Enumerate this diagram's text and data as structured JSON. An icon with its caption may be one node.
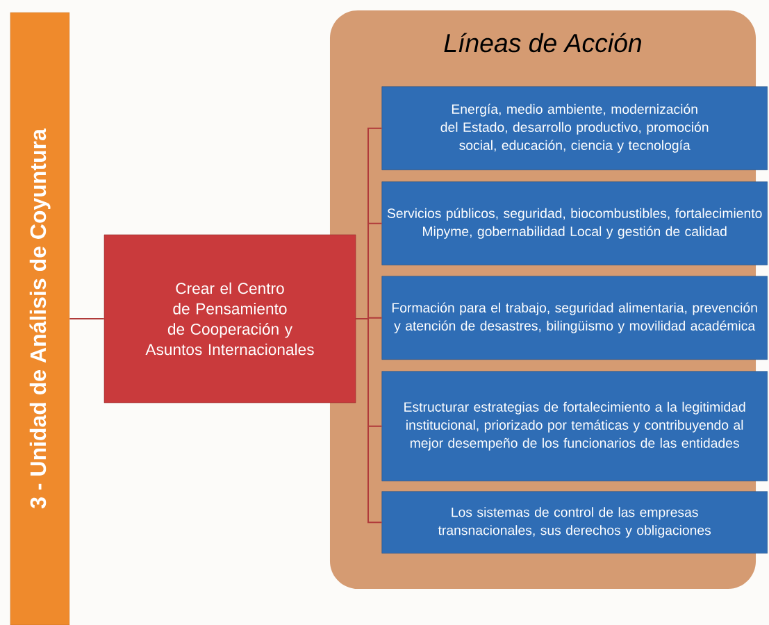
{
  "diagram": {
    "nodes": [
      {
        "text": [
          "3 - Unidad de Análisis de Coyuntura"
        ]
      },
      {
        "text": [
          "Crear el Centro de Pensamiento de Cooperación y Asuntos Internacionales"
        ]
      },
      {
        "text": [
          "Líneas de Acción"
        ]
      },
      {
        "text": [
          "Energía, medio ambiente, modernización del Estado, desarrollo productivo, promoción social, educación, ciencia y tecnología"
        ],
        "in": 2
      },
      {
        "text": [
          "Servicios públicos, seguridad, biocombustibles, fortalecimiento Mipyme, gobernabilidad Local y gestión de calidad"
        ],
        "in": 2
      },
      {
        "text": [
          "Formación para el trabajo, seguridad alimentaria, prevención y atención de desastres, bilingüismo y movilidad académica"
        ],
        "in": 2
      },
      {
        "text": [
          "Estructurar estrategias de fortalecimiento a la legitimidad institucional, priorizado por temáticas y contribuyendo al mejor desempeño de los funcionarios de las entidades"
        ],
        "in": 2
      },
      {
        "text": [
          "Los sistemas de control de las empresas transnacionales, sus derechos y obligaciones"
        ],
        "in": 2
      }
    ],
    "edges": [
      {
        "from": 0,
        "to": 1,
        "arrow": "none"
      },
      {
        "from": 1,
        "to": 3,
        "arrow": "none"
      },
      {
        "from": 1,
        "to": 4,
        "arrow": "none"
      },
      {
        "from": 1,
        "to": 5,
        "arrow": "none"
      },
      {
        "from": 1,
        "to": 6,
        "arrow": "none"
      },
      {
        "from": 1,
        "to": 7,
        "arrow": "none"
      }
    ]
  }
}
